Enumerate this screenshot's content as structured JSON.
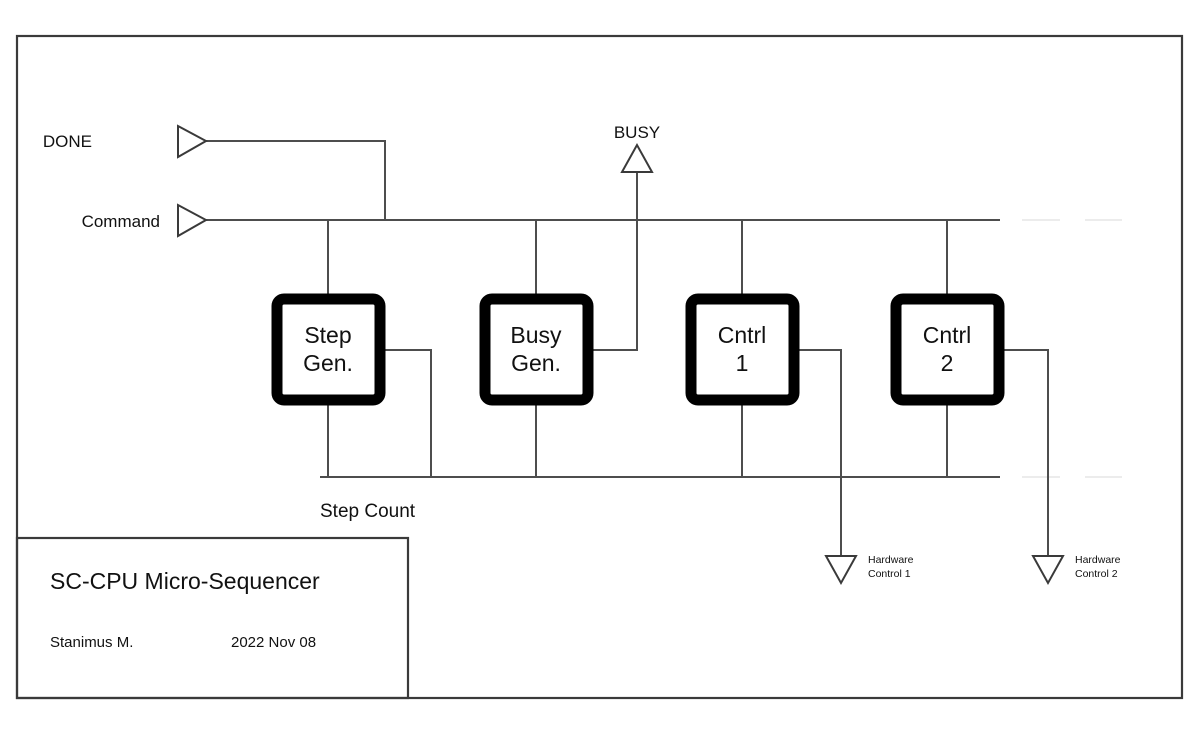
{
  "sheet": {
    "frame_color": "#3a3a3a",
    "wire_color": "#4d4d4d",
    "block_border_color": "#000000",
    "background": "#ffffff"
  },
  "inputs": [
    {
      "name": "done",
      "label": "DONE",
      "port_type": "input-triangle"
    },
    {
      "name": "command",
      "label": "Command",
      "port_type": "input-triangle"
    }
  ],
  "outputs": [
    {
      "name": "busy",
      "label": "BUSY",
      "port_type": "output-triangle-up"
    },
    {
      "name": "hw1",
      "label_line1": "Hardware",
      "label_line2": "Control 1",
      "port_type": "output-triangle-down"
    },
    {
      "name": "hw2",
      "label_line1": "Hardware",
      "label_line2": "Control 2",
      "port_type": "output-triangle-down"
    }
  ],
  "blocks": [
    {
      "name": "step-gen",
      "line1": "Step",
      "line2": "Gen."
    },
    {
      "name": "busy-gen",
      "line1": "Busy",
      "line2": "Gen."
    },
    {
      "name": "cntrl-1",
      "line1": "Cntrl",
      "line2": "1"
    },
    {
      "name": "cntrl-2",
      "line1": "Cntrl",
      "line2": "2"
    }
  ],
  "buses": [
    {
      "name": "command-bus",
      "label": ""
    },
    {
      "name": "step-count-bus",
      "label": "Step Count"
    }
  ],
  "title_block": {
    "title": "SC-CPU   Micro-Sequencer",
    "author": "Stanimus M.",
    "date": "2022 Nov 08"
  }
}
